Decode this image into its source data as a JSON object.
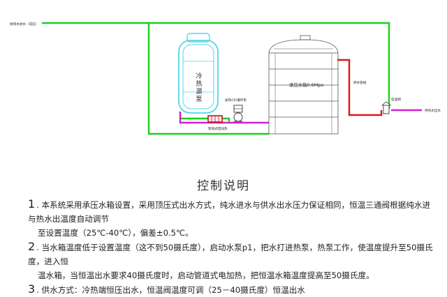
{
  "diagram": {
    "inlet_label": "接纯水进水（常压）",
    "tank_label": "承压水箱0.6Mpa",
    "source_label_chars": [
      "冷",
      "热",
      "源",
      "泵"
    ],
    "pump_label": "加热(冷)循环泵",
    "heater_label": "管道式电加热",
    "supply_pipe_label": "供水管线",
    "valve_label": "恒温阀",
    "outlet_label": "供热水出水",
    "colors": {
      "pure_water_pipe": "#19d11b",
      "hot_water_pipe": "#e01515",
      "mixed_pipe": "#d21fd2",
      "source_pump": "#56d4e6"
    }
  },
  "notes": {
    "title": "控制说明",
    "items": [
      {
        "num": "1",
        "line1": ". 本系统采用承压水箱设置，采用顶压式出水方式，纯水进水与供水出水压力保证相同，恒温三通阀根据纯水进与热水出温度自动调节",
        "line2": "至设置温度（25℃-40℃），偏差±0.5℃。"
      },
      {
        "num": "2",
        "line1": ". 当水箱温度低于设置温度（这不到50摄氏度），启动水泵p1，把水打进热泵，热泵工作，使温度提升至50摄氏度，进入恒",
        "line2": "温水箱，当恒温出水要求40摄氏度时，启动管道式电加热，把恒温水箱温度提高至50摄氏度。"
      },
      {
        "num": "3",
        "line1": ". 供水方式：冷热端恒压出水，恒温阀温度可调（25－40摄氏度）恒温出水",
        "line2": ""
      }
    ]
  }
}
